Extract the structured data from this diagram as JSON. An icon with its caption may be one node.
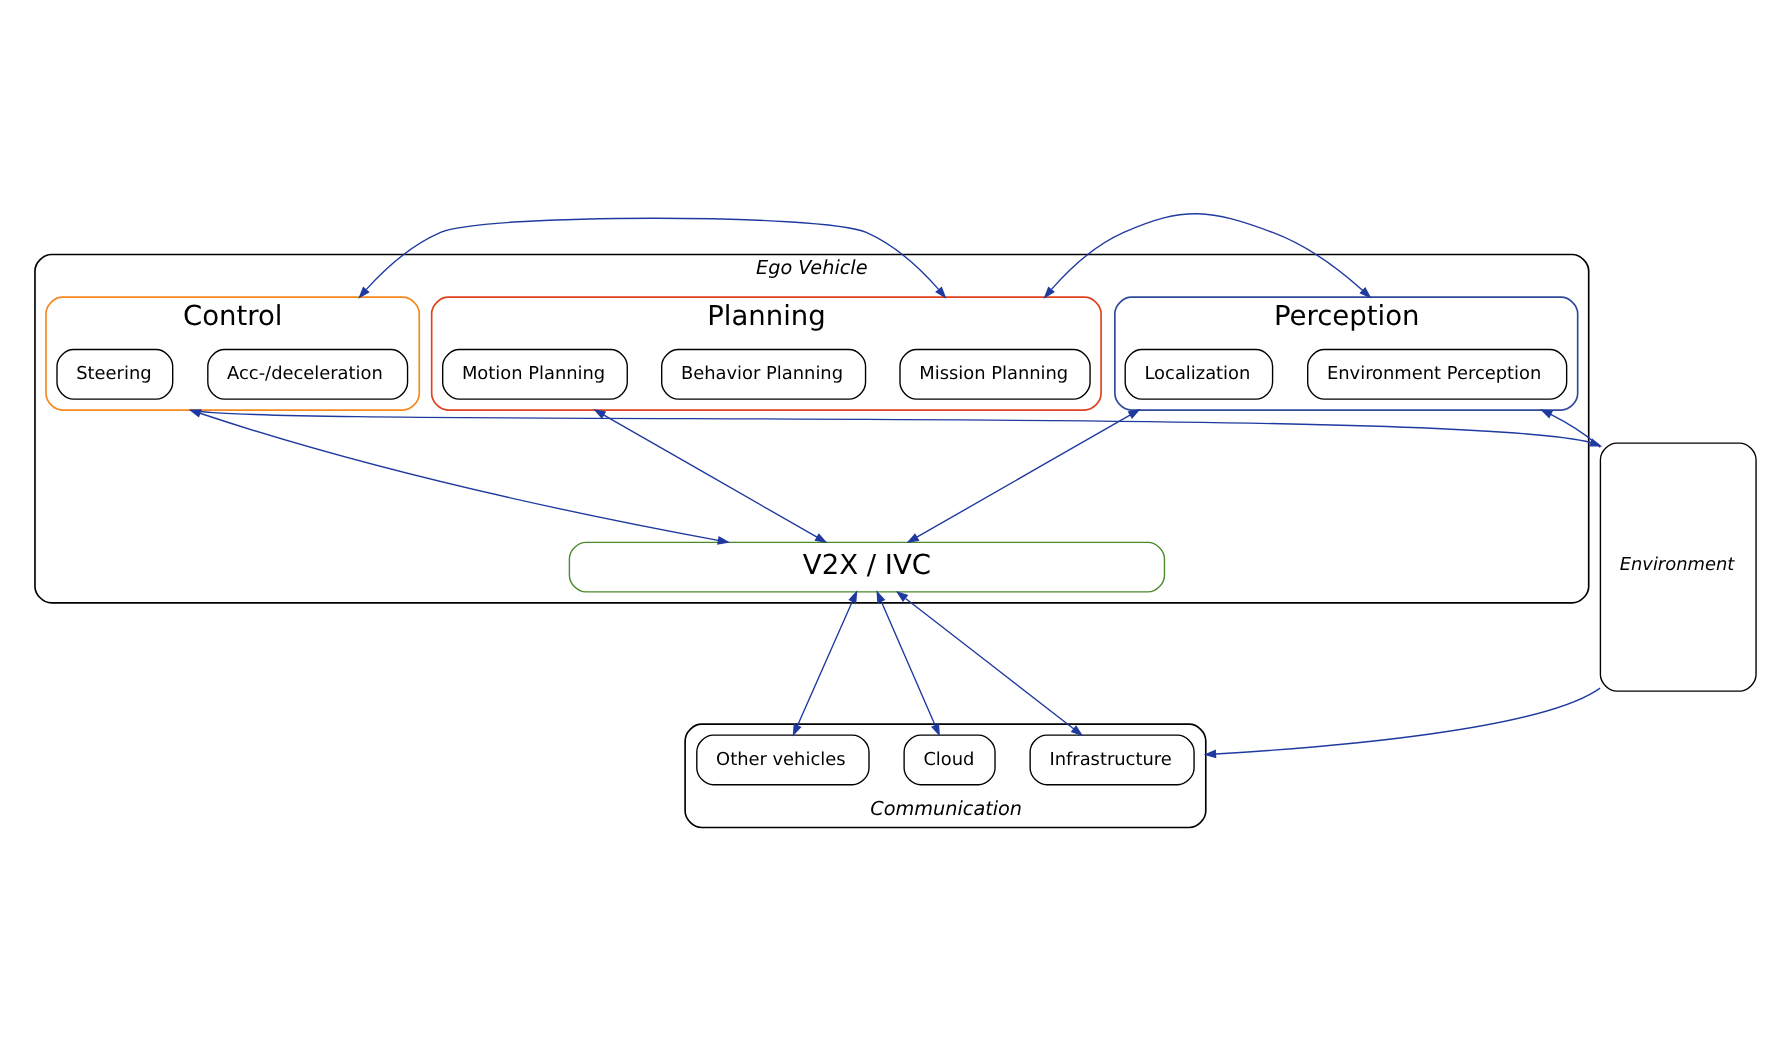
{
  "diagram": {
    "nodes": [
      {
        "text": [
          "Environment"
        ]
      },
      {
        "text": [
          "Ego Vehicle"
        ]
      },
      {
        "text": [
          "Perception"
        ],
        "in": 1
      },
      {
        "text": [
          "Environment Perception"
        ],
        "in": 2
      },
      {
        "text": [
          "Localization"
        ],
        "in": 2
      },
      {
        "text": [
          "Planning"
        ],
        "in": 1
      },
      {
        "text": [
          "Mission Planning"
        ],
        "in": 5
      },
      {
        "text": [
          "Behavior Planning"
        ],
        "in": 5
      },
      {
        "text": [
          "Motion Planning"
        ],
        "in": 5
      },
      {
        "text": [
          "Control"
        ],
        "in": 1
      },
      {
        "text": [
          "Acc-/deceleration"
        ],
        "in": 9
      },
      {
        "text": [
          "Steering"
        ],
        "in": 9
      },
      {
        "text": [
          "V2X / IVC"
        ],
        "in": 1
      },
      {
        "text": [
          "Communication"
        ]
      },
      {
        "text": [
          "Infrastructure"
        ],
        "in": 13
      },
      {
        "text": [
          "Cloud"
        ],
        "in": 13
      },
      {
        "text": [
          "Other vehicles"
        ],
        "in": 13
      }
    ],
    "edges": [
      {
        "from": 0,
        "to": 2,
        "arrow": "to"
      },
      {
        "from": 2,
        "to": 5,
        "arrow": "both"
      },
      {
        "from": 5,
        "to": 9,
        "arrow": "both"
      },
      {
        "from": 9,
        "to": 0,
        "arrow": "to"
      },
      {
        "from": 2,
        "to": 12,
        "arrow": "both"
      },
      {
        "from": 5,
        "to": 12,
        "arrow": "both"
      },
      {
        "from": 9,
        "to": 12,
        "arrow": "both"
      },
      {
        "from": 12,
        "to": 14,
        "arrow": "both"
      },
      {
        "from": 12,
        "to": 15,
        "arrow": "both"
      },
      {
        "from": 12,
        "to": 16,
        "arrow": "both"
      },
      {
        "from": 0,
        "to": 13,
        "arrow": "to"
      }
    ]
  }
}
